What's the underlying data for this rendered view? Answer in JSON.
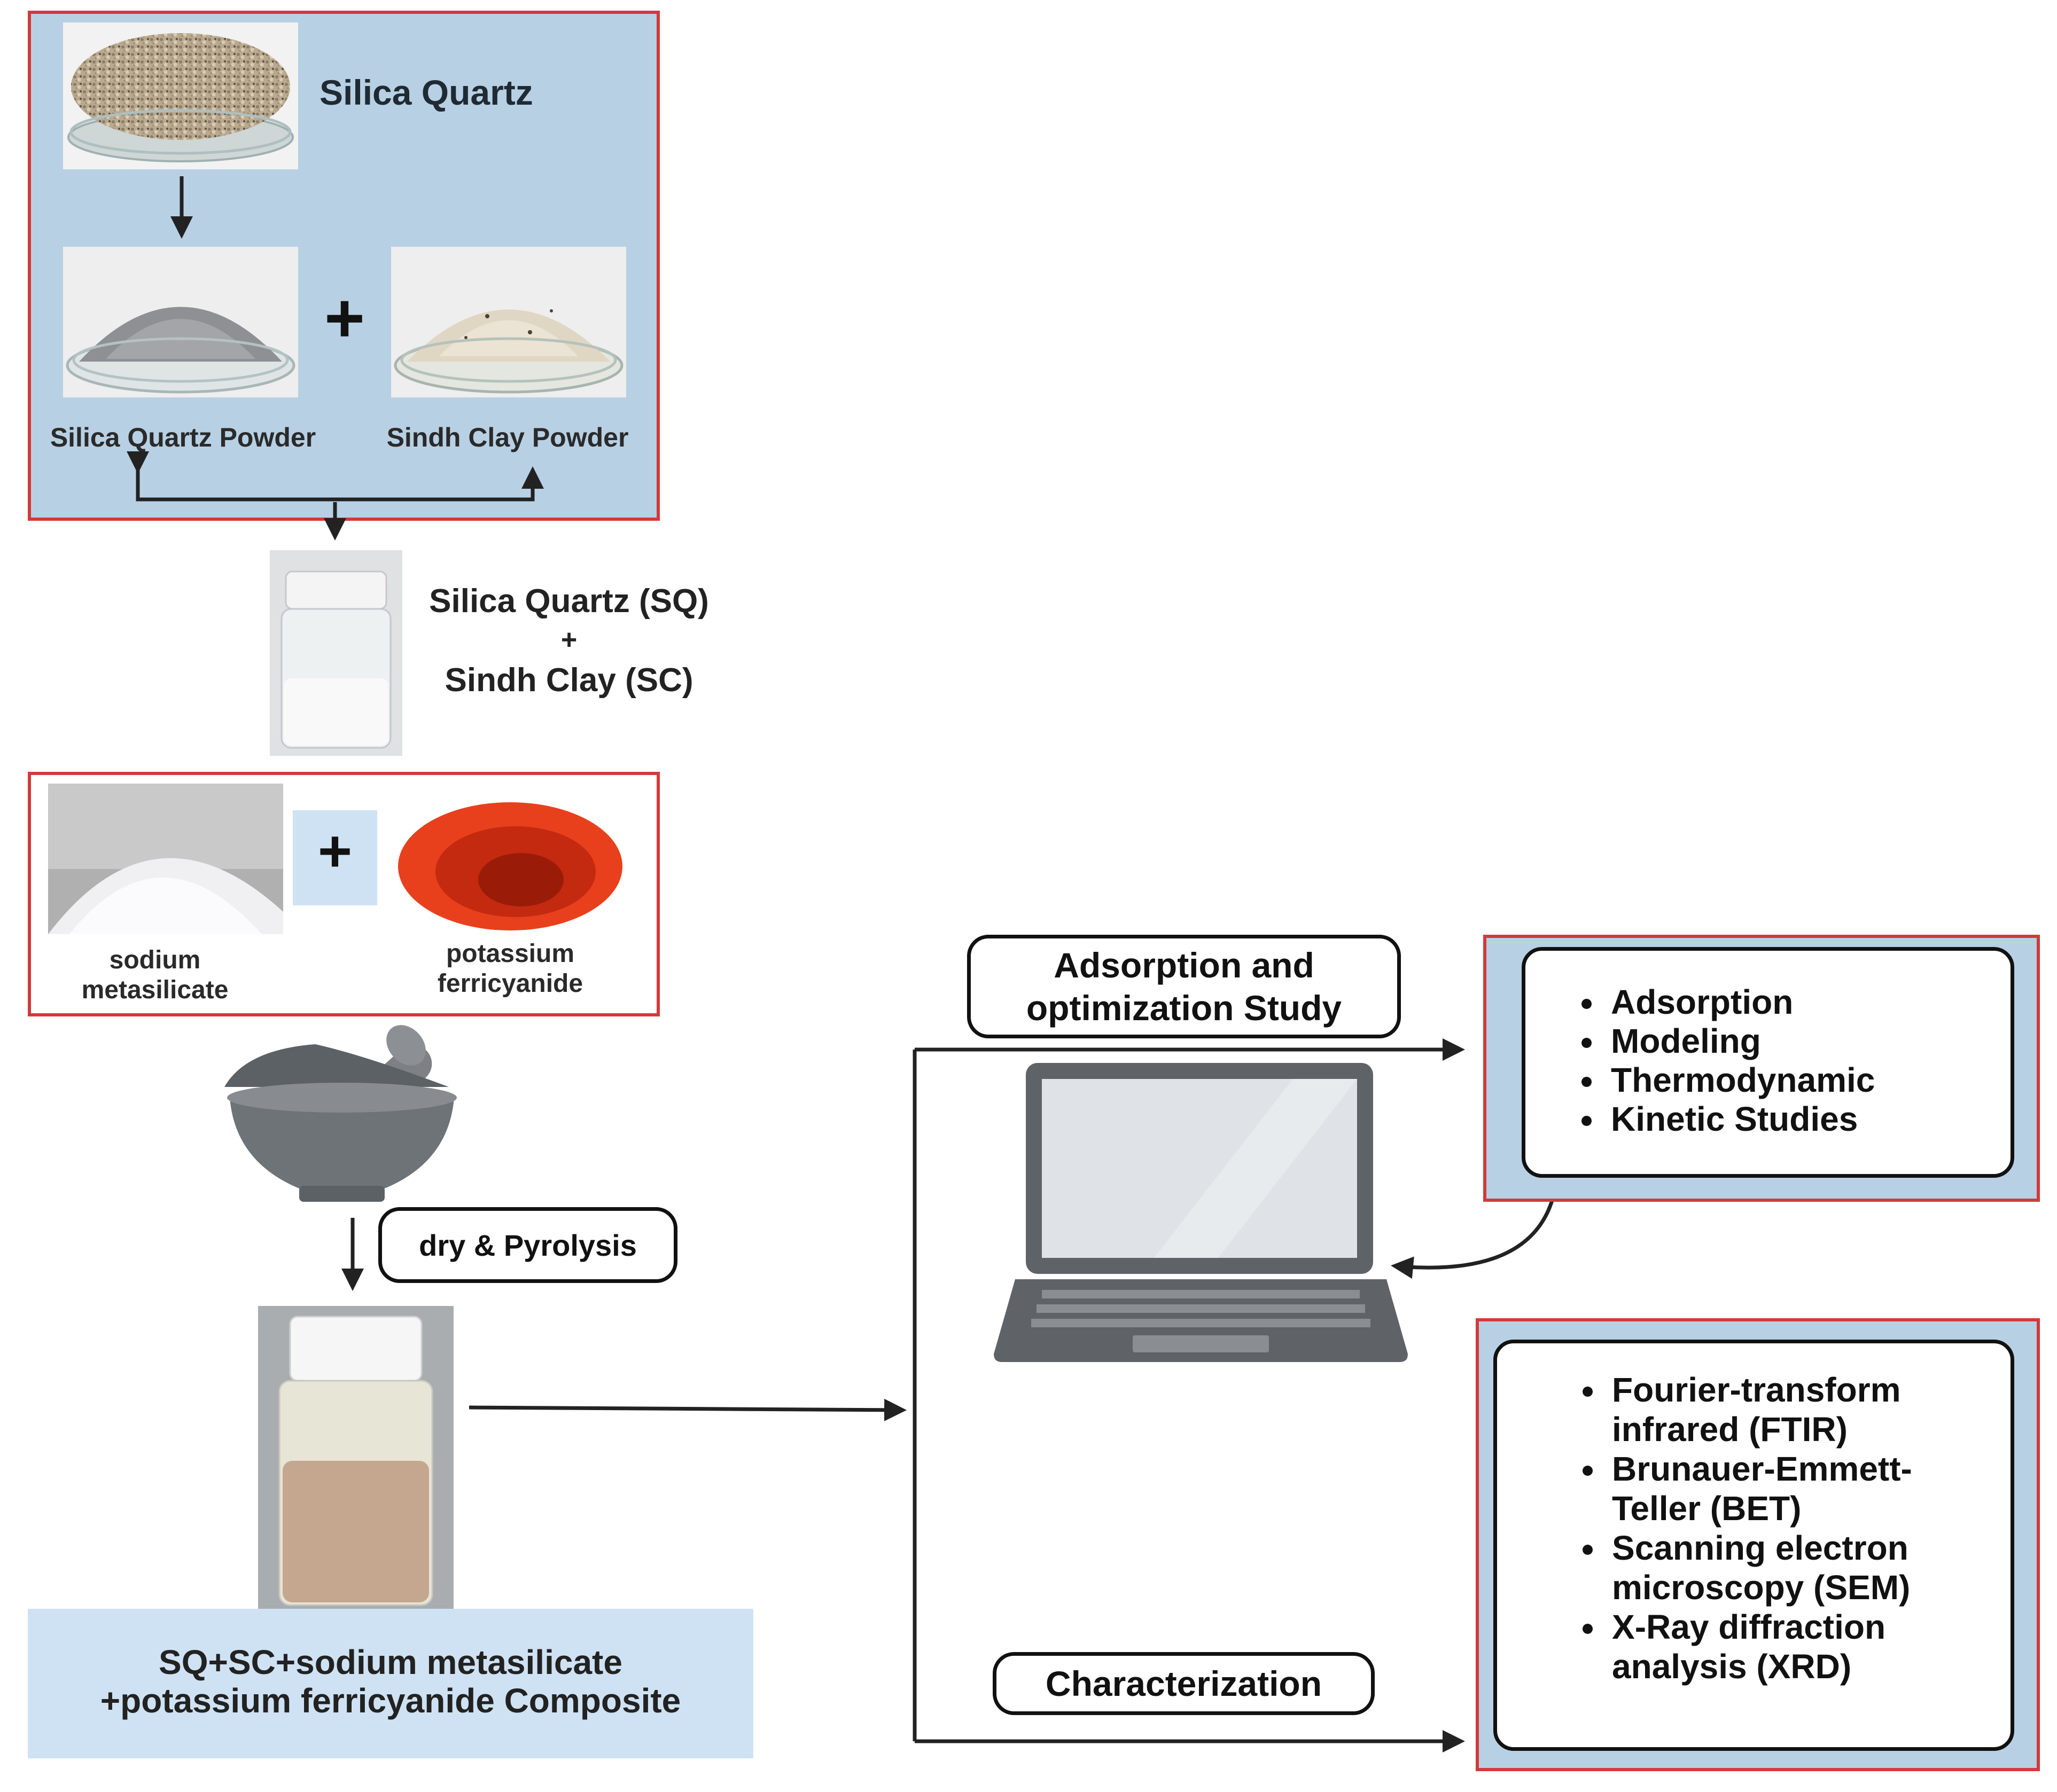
{
  "top_panel": {
    "silica_quartz_title": "Silica Quartz",
    "plus_sign": "+",
    "silica_quartz_powder_label": "Silica Quartz Powder",
    "sindh_clay_powder_label": "Sindh Clay Powder"
  },
  "mixture": {
    "line1": "Silica Quartz (SQ)",
    "line2": "+",
    "line3": "Sindh Clay (SC)"
  },
  "reagents_panel": {
    "plus_sign": "+",
    "sodium_label_1": "sodium",
    "sodium_label_2": "metasilicate",
    "potassium_label_1": "potassium",
    "potassium_label_2": "ferricyanide"
  },
  "process": {
    "step_label": "dry & Pyrolysis"
  },
  "composite": {
    "line1": "SQ+SC+sodium metasilicate",
    "line2": "+potassium ferricyanide Composite"
  },
  "branches": {
    "adsorption_study_line1": "Adsorption and",
    "adsorption_study_line2": "optimization Study",
    "characterization": "Characterization"
  },
  "adsorption_list": [
    "Adsorption",
    "Modeling",
    "Thermodynamic",
    "Kinetic Studies"
  ],
  "characterization_list": [
    [
      "Fourier-transform",
      "infrared (FTIR)"
    ],
    [
      "Brunauer-Emmett-",
      "Teller (BET)"
    ],
    [
      "Scanning electron",
      "microscopy (SEM)"
    ],
    [
      "X-Ray diffraction",
      "analysis (XRD)"
    ]
  ],
  "colors": {
    "panel_blue": "#b8d0e4",
    "panel_border_red": "#d23a3a",
    "composite_band": "#cfe2f3",
    "laptop_gray": "#5f6368",
    "mortar_gray": "#6e7378"
  }
}
